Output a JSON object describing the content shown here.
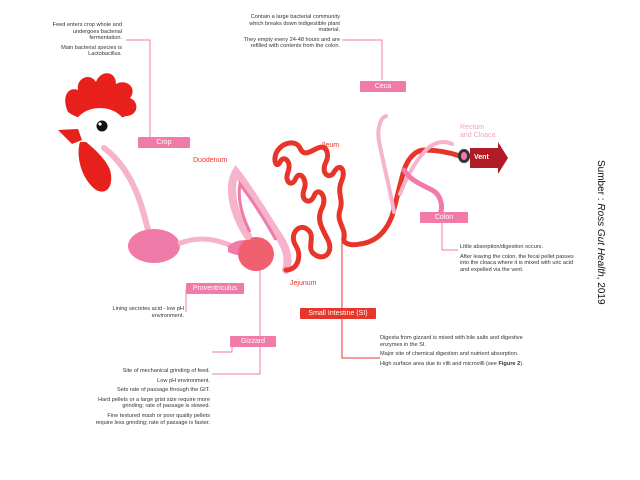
{
  "labels": {
    "crop": "Crop",
    "ceca": "Ceca",
    "colon": "Colon",
    "proventriculus": "Proventriculus",
    "gizzard": "Gizzard",
    "small_intestine": "Small Intestine (SI)",
    "duodenum": "Duodenum",
    "ileum": "Ileum",
    "jejunum": "Jejunum",
    "rectum_cloaca": "Rectum\nand Cloaca",
    "vent": "Vent"
  },
  "notes": {
    "crop": [
      "Feed enters crop whole and undergoes bacterial fermentation.",
      "Main bacterial species is Lactobacillus."
    ],
    "ceca": [
      "Contain a large bacterial community which breaks down indigestible plant material.",
      "They empty every 24-48 hours and are refilled with contents from the colon."
    ],
    "colon": [
      "Little absorption/digestion occurs.",
      "After leaving the colon, the fecal pellet passes into the cloaca where it is mixed with uric acid and expelled via the vent."
    ],
    "proventriculus": [
      "Lining secretes acid - low pH environment."
    ],
    "gizzard": [
      "Site of mechanical grinding of feed.",
      "Low pH environment.",
      "Sets rate of passage through the GIT.",
      "Hard pellets or a large grist size require more grinding; rate of passage is slowed.",
      "Fine textured mash or poor quality pellets require less grinding; rate of passage is faster."
    ],
    "small_intestine": [
      "Digesta from gizzard is mixed with bile salts and digestive enzymes in the SI.",
      "Major site of chemical digestion and nutrient absorption.",
      "High surface area due to villi and microvilli (see "
    ],
    "small_intestine_ref": "Figure 2",
    "small_intestine_tail": ")."
  },
  "source": {
    "prefix": "Sumber : ",
    "name": "Ross Gut Health",
    "year": ", 2019"
  },
  "colors": {
    "pink": "#f07aa8",
    "light_pink": "#f5b3cc",
    "red": "#e8352a",
    "dark_red": "#c0202a",
    "comb_red": "#e8201c"
  }
}
